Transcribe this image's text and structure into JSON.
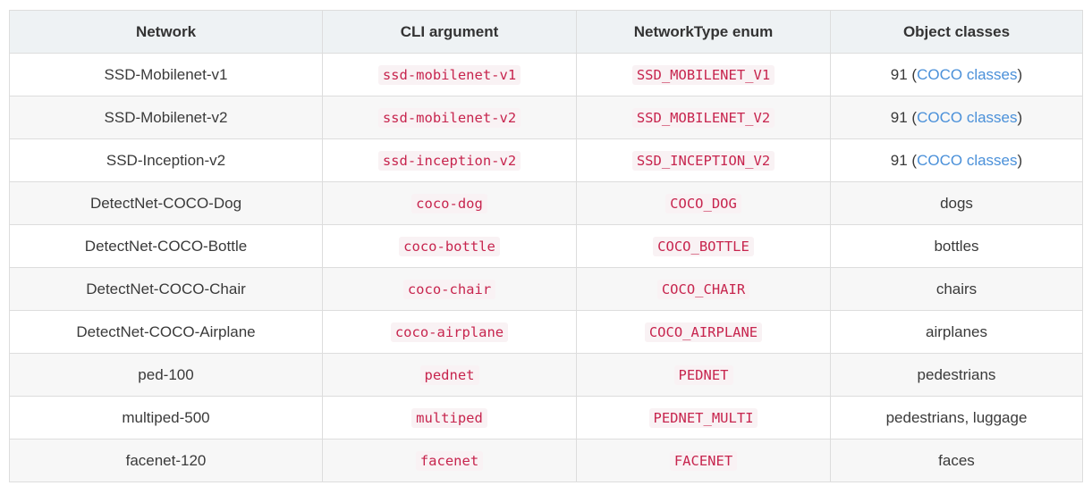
{
  "table": {
    "headers": [
      "Network",
      "CLI argument",
      "NetworkType enum",
      "Object classes"
    ],
    "rows": [
      {
        "network": "SSD-Mobilenet-v1",
        "cli": "ssd-mobilenet-v1",
        "enum": "SSD_MOBILENET_V1",
        "classes_prefix": "91 (",
        "classes_link": "COCO classes",
        "classes_suffix": ")"
      },
      {
        "network": "SSD-Mobilenet-v2",
        "cli": "ssd-mobilenet-v2",
        "enum": "SSD_MOBILENET_V2",
        "classes_prefix": "91 (",
        "classes_link": "COCO classes",
        "classes_suffix": ")"
      },
      {
        "network": "SSD-Inception-v2",
        "cli": "ssd-inception-v2",
        "enum": "SSD_INCEPTION_V2",
        "classes_prefix": "91 (",
        "classes_link": "COCO classes",
        "classes_suffix": ")"
      },
      {
        "network": "DetectNet-COCO-Dog",
        "cli": "coco-dog",
        "enum": "COCO_DOG",
        "classes": "dogs"
      },
      {
        "network": "DetectNet-COCO-Bottle",
        "cli": "coco-bottle",
        "enum": "COCO_BOTTLE",
        "classes": "bottles"
      },
      {
        "network": "DetectNet-COCO-Chair",
        "cli": "coco-chair",
        "enum": "COCO_CHAIR",
        "classes": "chairs"
      },
      {
        "network": "DetectNet-COCO-Airplane",
        "cli": "coco-airplane",
        "enum": "COCO_AIRPLANE",
        "classes": "airplanes"
      },
      {
        "network": "ped-100",
        "cli": "pednet",
        "enum": "PEDNET",
        "classes": "pedestrians"
      },
      {
        "network": "multiped-500",
        "cli": "multiped",
        "enum": "PEDNET_MULTI",
        "classes": "pedestrians, luggage"
      },
      {
        "network": "facenet-120",
        "cli": "facenet",
        "enum": "FACENET",
        "classes": "faces"
      }
    ]
  }
}
